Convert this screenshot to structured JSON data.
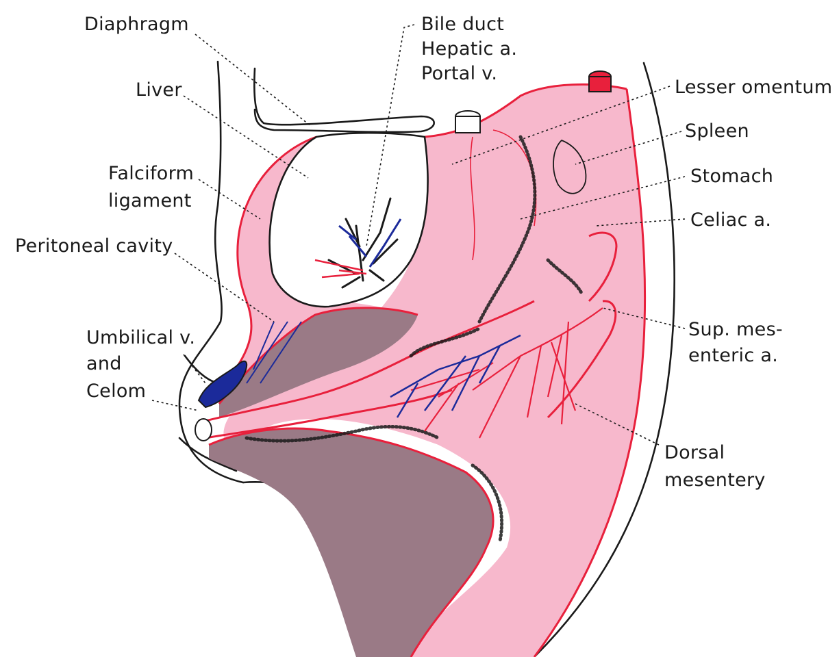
{
  "colors": {
    "mesentery_fill": "#f7b8cc",
    "cavity_fill": "#9a7a86",
    "outline_red": "#e8203c",
    "vessel_blue": "#1b2a9a",
    "ink": "#1a1a1a",
    "background": "#ffffff"
  },
  "labels": {
    "diaphragm": "Diaphragm",
    "liver": "Liver",
    "falciform_1": "Falciform",
    "falciform_2": "ligament",
    "peritoneal_cavity": "Peritoneal cavity",
    "umbilical_1": "Umbilical v.",
    "umbilical_2": "and",
    "umbilical_3": "Celom",
    "bile_duct": "Bile duct",
    "hepatic_a": "Hepatic a.",
    "portal_v": "Portal v.",
    "lesser_omentum": "Lesser omentum",
    "spleen": "Spleen",
    "stomach": "Stomach",
    "celiac_a": "Celiac a.",
    "sup_mes_1": "Sup. mes-",
    "sup_mes_2": "enteric a.",
    "dorsal_1": "Dorsal",
    "dorsal_2": "mesentery"
  }
}
